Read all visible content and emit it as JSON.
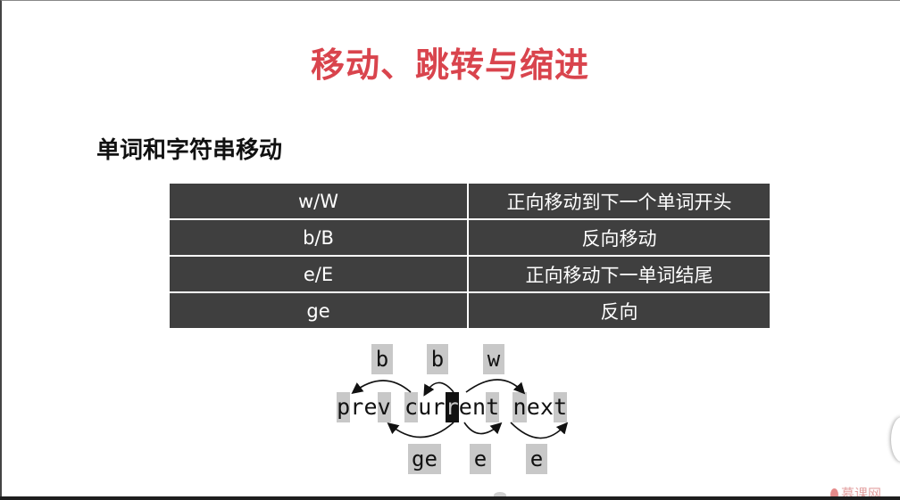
{
  "slide": {
    "title": "移动、跳转与缩进",
    "section_heading": "单词和字符串移动"
  },
  "table": {
    "rows": [
      {
        "key": "w/W",
        "desc": "正向移动到下一个单词开头"
      },
      {
        "key": "b/B",
        "desc": "反向移动"
      },
      {
        "key": "e/E",
        "desc": "正向移动下一单词结尾"
      },
      {
        "key": "ge",
        "desc": "反向"
      }
    ]
  },
  "diagram": {
    "top_keys": [
      "b",
      "b",
      "w"
    ],
    "bottom_keys": [
      "ge",
      "e",
      "e"
    ],
    "words": [
      "prev",
      "current",
      "next"
    ]
  },
  "watermark": {
    "text": "慕课网"
  }
}
